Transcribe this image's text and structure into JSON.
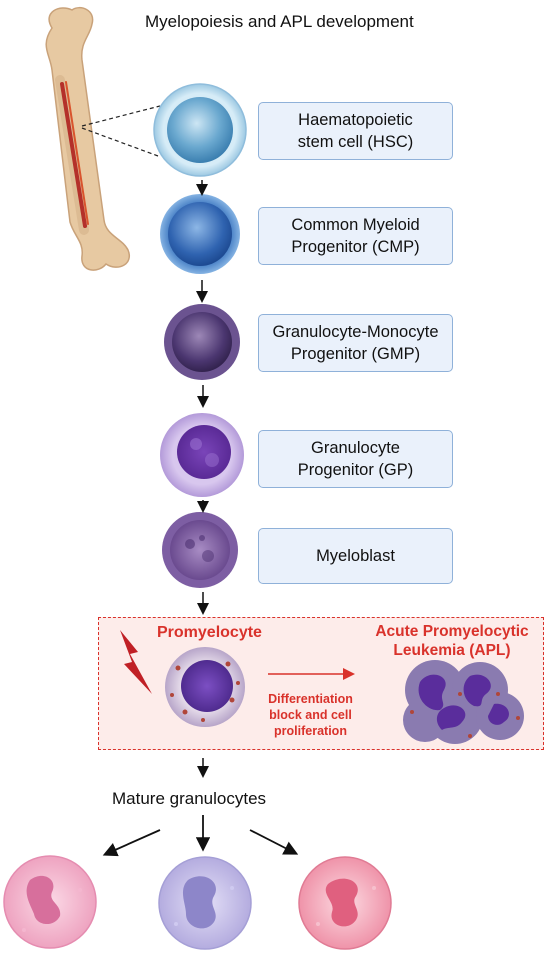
{
  "title": "Myelopoiesis and APL development",
  "stages": [
    {
      "label": "Haematopoietic\nstem cell (HSC)"
    },
    {
      "label": "Common Myeloid\nProgenitor (CMP)"
    },
    {
      "label": "Granulocyte-Monocyte\nProgenitor (GMP)"
    },
    {
      "label": "Granulocyte\nProgenitor (GP)"
    },
    {
      "label": "Myeloblast"
    }
  ],
  "apl_box": {
    "cell_label": "Promyelocyte",
    "disease_label": "Acute Promyelocytic\nLeukemia (APL)",
    "process_label": "Differentiation\nblock and cell\nproliferation"
  },
  "mature_label": "Mature granulocytes",
  "colors": {
    "accent_red": "#d9322b",
    "label_fill": "#eaf1fb",
    "label_border": "#8fb1d9"
  }
}
